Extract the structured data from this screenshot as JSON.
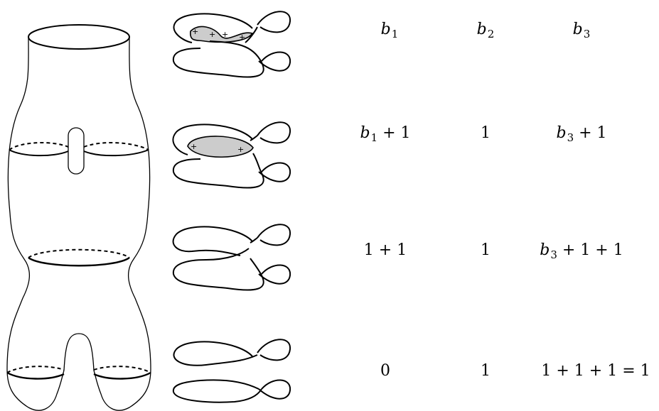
{
  "header": {
    "col1": {
      "var": "b",
      "sub": "1"
    },
    "col2": {
      "var": "b",
      "sub": "2"
    },
    "col3": {
      "var": "b",
      "sub": "3"
    }
  },
  "rows": [
    {
      "c1": "",
      "c2": "",
      "c3": ""
    },
    {
      "c1": " + 1",
      "c2": "1",
      "c3": " + 1"
    },
    {
      "c1": "1 + 1",
      "c2": "1",
      "c3": " + 1 + 1"
    },
    {
      "c1": "0",
      "c2": "1",
      "c3": "1 + 1 + 1 = 1"
    }
  ],
  "plus_marker": "+",
  "colors": {
    "stroke": "#000000",
    "shade": "#cccccc"
  }
}
